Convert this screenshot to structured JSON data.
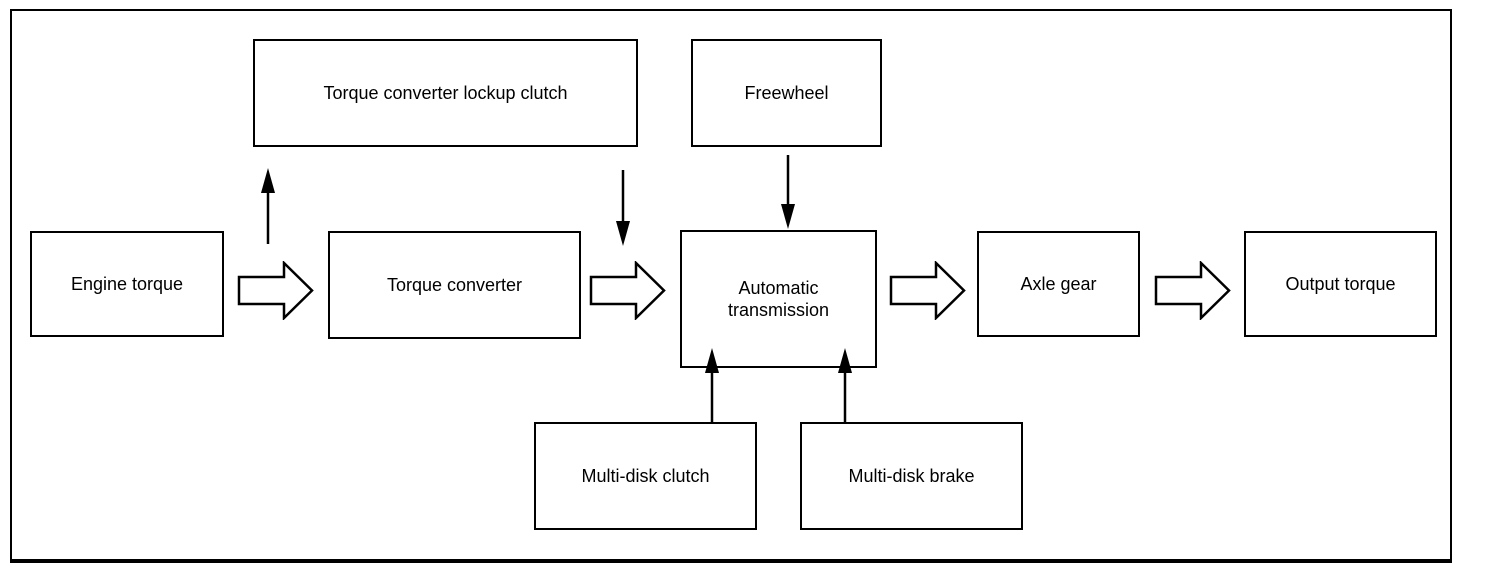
{
  "colors": {
    "line": "#000000",
    "box_fill": "#ffffff",
    "background": "#ffffff"
  },
  "nodes": {
    "engine": {
      "label": "Engine torque"
    },
    "torque_converter": {
      "label": "Torque converter"
    },
    "transmission": {
      "label": "Automatic transmission"
    },
    "axle": {
      "label": "Axle gear"
    },
    "output": {
      "label": "Output torque"
    },
    "lockup": {
      "label": "Torque converter lockup clutch"
    },
    "freewheel": {
      "label": "Freewheel"
    },
    "clutch": {
      "label": "Multi-disk clutch"
    },
    "brake": {
      "label": "Multi-disk brake"
    }
  },
  "arrows": [
    {
      "type": "block",
      "from": "engine",
      "to": "torque_converter"
    },
    {
      "type": "block",
      "from": "torque_converter",
      "to": "transmission"
    },
    {
      "type": "block",
      "from": "transmission",
      "to": "axle"
    },
    {
      "type": "block",
      "from": "axle",
      "to": "output"
    },
    {
      "type": "line",
      "direction": "up",
      "from": "engine_torque_converter_link",
      "to": "lockup"
    },
    {
      "type": "line",
      "direction": "down",
      "from": "lockup",
      "to": "torque_converter_transmission_link"
    },
    {
      "type": "line",
      "direction": "down",
      "from": "freewheel",
      "to": "transmission"
    },
    {
      "type": "line",
      "direction": "up",
      "from": "clutch",
      "to": "transmission"
    },
    {
      "type": "line",
      "direction": "up",
      "from": "brake",
      "to": "transmission"
    }
  ]
}
